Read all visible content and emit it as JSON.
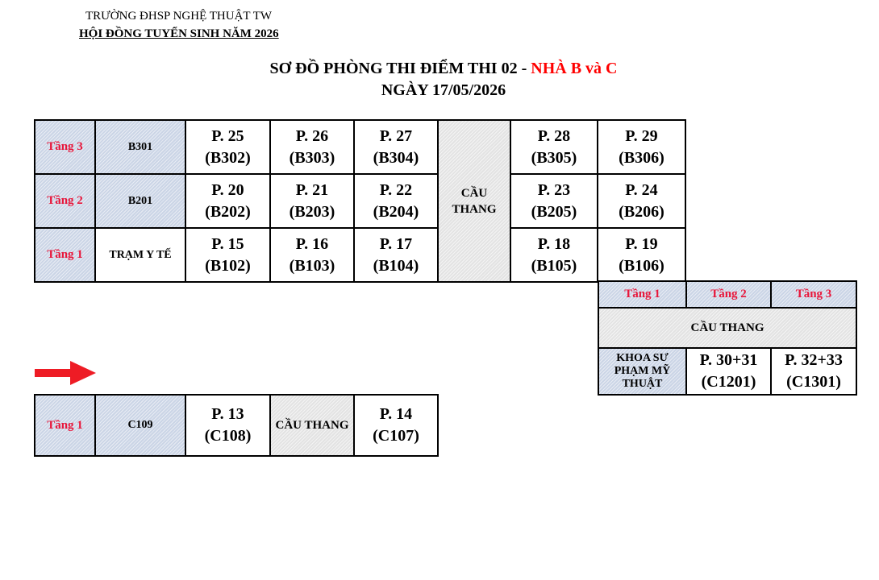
{
  "header": {
    "school": "TRƯỜNG ĐHSP NGHỆ THUẬT TW",
    "council": "HỘI ĐỒNG TUYỂN SINH NĂM 2026"
  },
  "title": {
    "main": "SƠ ĐỒ PHÒNG THI ĐIỂM THI 02 - ",
    "highlight": "NHÀ B và C",
    "date": "NGÀY 17/05/2026"
  },
  "building_b": {
    "stair": "CẦU THANG",
    "rows": [
      {
        "floor": "Tầng 3",
        "code": "B301",
        "rooms": [
          {
            "num": "P. 25",
            "code": "(B302)"
          },
          {
            "num": "P. 26",
            "code": "(B303)"
          },
          {
            "num": "P. 27",
            "code": "(B304)"
          },
          {
            "num": "P. 28",
            "code": "(B305)"
          },
          {
            "num": "P. 29",
            "code": "(B306)"
          }
        ]
      },
      {
        "floor": "Tầng 2",
        "code": "B201",
        "rooms": [
          {
            "num": "P. 20",
            "code": "(B202)"
          },
          {
            "num": "P. 21",
            "code": "(B203)"
          },
          {
            "num": "P. 22",
            "code": "(B204)"
          },
          {
            "num": "P. 23",
            "code": "(B205)"
          },
          {
            "num": "P. 24",
            "code": "(B206)"
          }
        ]
      },
      {
        "floor": "Tầng 1",
        "code": "TRẠM Y TẾ",
        "rooms": [
          {
            "num": "P. 15",
            "code": "(B102)"
          },
          {
            "num": "P. 16",
            "code": "(B103)"
          },
          {
            "num": "P. 17",
            "code": "(B104)"
          },
          {
            "num": "P. 18",
            "code": "(B105)"
          },
          {
            "num": "P. 19",
            "code": "(B106)"
          }
        ]
      }
    ]
  },
  "building_c_right": {
    "floors": [
      "Tầng 1",
      "Tầng 2",
      "Tầng 3"
    ],
    "stair": "CẦU THANG",
    "khoa": "KHOA SƯ PHẠM MỸ THUẬT",
    "rooms": [
      {
        "num": "P. 30+31",
        "code": "(C1201)"
      },
      {
        "num": "P. 32+33",
        "code": "(C1301)"
      }
    ]
  },
  "building_c_bottom": {
    "floor": "Tầng 1",
    "code": "C109",
    "stair": "CẦU THANG",
    "rooms": [
      {
        "num": "P. 13",
        "code": "(C108)"
      },
      {
        "num": "P. 14",
        "code": "(C107)"
      }
    ]
  },
  "colors": {
    "floor_label": "#e8173b",
    "arrow": "#ee1c25",
    "hatch_blue": "#cbd5e6"
  }
}
